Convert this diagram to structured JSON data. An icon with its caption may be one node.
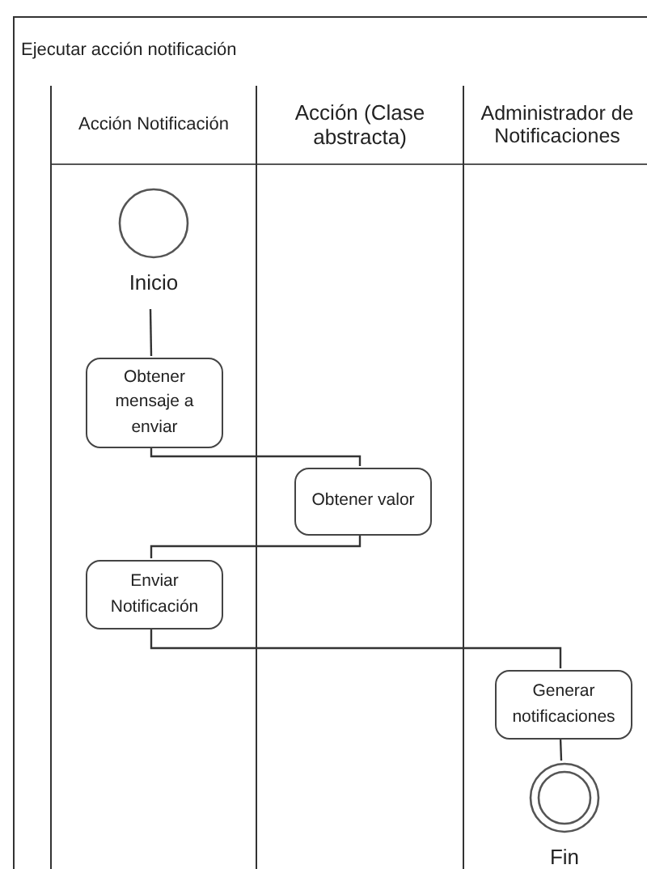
{
  "diagram": {
    "nodes": [
      {
        "text": [
          "Ejecutar acción notificación"
        ]
      },
      {
        "text": [
          "Acción Notificación"
        ],
        "in": 0
      },
      {
        "text": [
          "Acción (Clase abstracta)"
        ],
        "in": 0
      },
      {
        "text": [
          "Administrador de Notificaciones"
        ],
        "in": 0
      },
      {
        "text": [],
        "shape": "circle",
        "beside": [
          "Inicio"
        ],
        "in": 1
      },
      {
        "text": [
          "Obtener mensaje a enviar"
        ],
        "in": 1
      },
      {
        "text": [
          "Obtener valor"
        ],
        "in": 2
      },
      {
        "text": [
          "Enviar Notificación"
        ],
        "in": 1
      },
      {
        "text": [
          "Generar notificaciones"
        ],
        "in": 3
      },
      {
        "text": [],
        "shape": "double-circle",
        "beside": [
          "Fin"
        ],
        "in": 3
      }
    ],
    "edges": [
      {
        "from": 4,
        "to": 5,
        "arrow": "none"
      },
      {
        "from": 5,
        "to": 6,
        "arrow": "none"
      },
      {
        "from": 6,
        "to": 7,
        "arrow": "none"
      },
      {
        "from": 7,
        "to": 8,
        "arrow": "none"
      },
      {
        "from": 8,
        "to": 9,
        "arrow": "none"
      }
    ]
  }
}
